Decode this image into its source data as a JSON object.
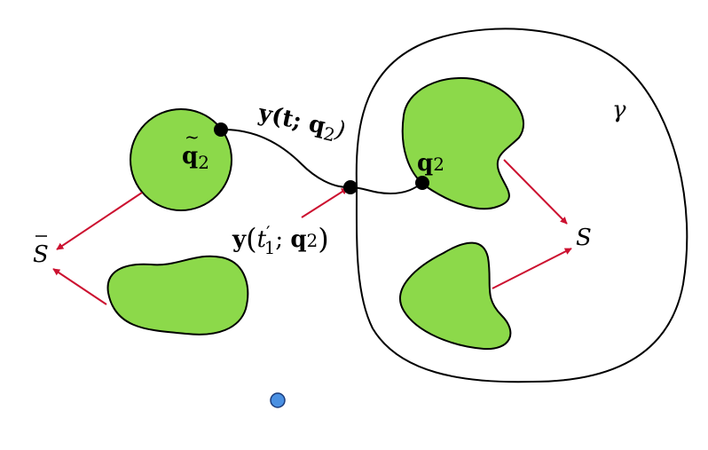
{
  "colors": {
    "blob_fill": "#8cd94a",
    "stroke": "#000000",
    "arrow": "#cc1130",
    "point": "#000000",
    "marker_fill": "#4a90e2",
    "marker_stroke": "#1a3a7a"
  },
  "labels": {
    "gamma": "γ",
    "S": "S",
    "S_bar": "S",
    "q2_tilde": {
      "base": "q",
      "sub": "2"
    },
    "q2": {
      "base": "q",
      "sub": "2"
    },
    "path_label": {
      "base": "y(t; ",
      "q": "q",
      "sub": "2",
      "close": ")"
    },
    "crossing_label": {
      "base": "y",
      "open": "(",
      "t": "t",
      "prime": "′",
      "sub1": "1",
      "sep": "; ",
      "q": "q",
      "sub2": "2",
      "close": ")"
    }
  }
}
